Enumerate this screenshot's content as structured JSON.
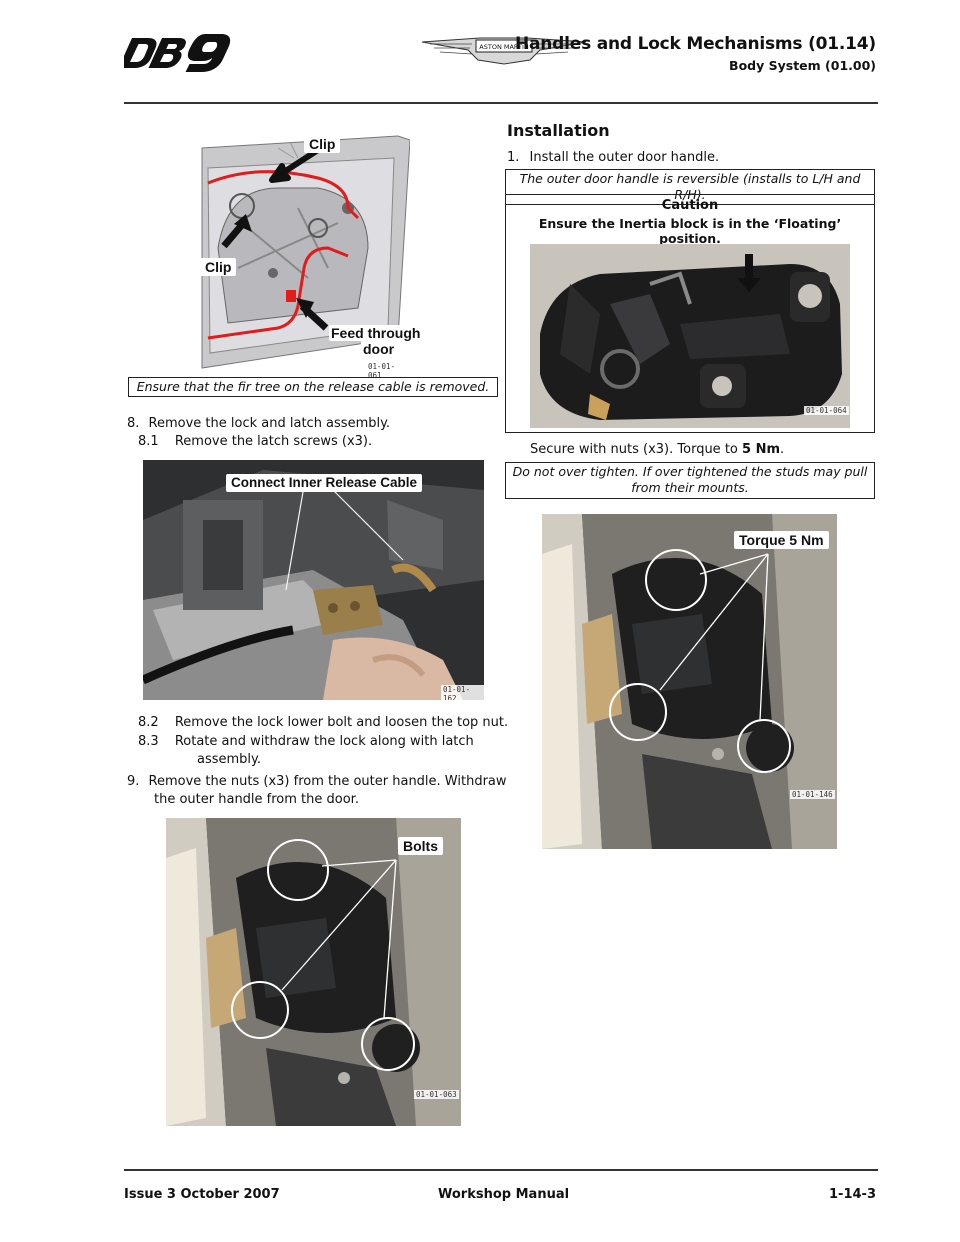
{
  "header": {
    "title": "Handles and Lock Mechanisms (01.14)",
    "subtitle": "Body System (01.00)"
  },
  "figures": {
    "fig1": {
      "id": "01-01-061",
      "labels": [
        "Clip",
        "Clip",
        "Feed through",
        "door"
      ]
    },
    "fig2": {
      "id": "01-01-162",
      "labels": [
        "Connect Inner Release Cable"
      ]
    },
    "fig3": {
      "id": "01-01-063",
      "labels": [
        "Bolts"
      ]
    },
    "fig4": {
      "id": "01-01-064"
    },
    "fig5": {
      "id": "01-01-146",
      "labels": [
        "Torque 5 Nm"
      ]
    }
  },
  "left": {
    "note1": "Ensure that the fir tree on the release cable is removed.",
    "step8": {
      "num": "8.",
      "text": "Remove the lock and latch assembly."
    },
    "step8_1": {
      "num": "8.1",
      "text": "Remove the latch screws (x3)."
    },
    "step8_2": {
      "num": "8.2",
      "text": "Remove the lock lower bolt and loosen the top nut."
    },
    "step8_3": {
      "num": "8.3",
      "text_a": "Rotate and withdraw the lock along with latch",
      "text_b": "assembly."
    },
    "step9": {
      "num": "9.",
      "text_a": "Remove the nuts (x3) from the outer handle. Withdraw",
      "text_b": "the outer handle from the door."
    }
  },
  "right": {
    "section_title": "Installation",
    "step1": {
      "num": "1.",
      "text": "Install the outer door handle."
    },
    "note2": "The outer door handle is reversible (installs to L/H and R/H).",
    "caution_title": "Caution",
    "caution_text": "Ensure the Inertia block is in the ‘Floating’ position.",
    "secure_a": "Secure with nuts (x3). Torque to ",
    "secure_b": "5 Nm",
    "secure_c": ".",
    "note3_a": "Do not over tighten. If over tightened the studs may pull",
    "note3_b": "from their mounts."
  },
  "footer": {
    "issue": "Issue 3 October 2007",
    "manual": "Workshop Manual",
    "page": "1-14-3"
  }
}
